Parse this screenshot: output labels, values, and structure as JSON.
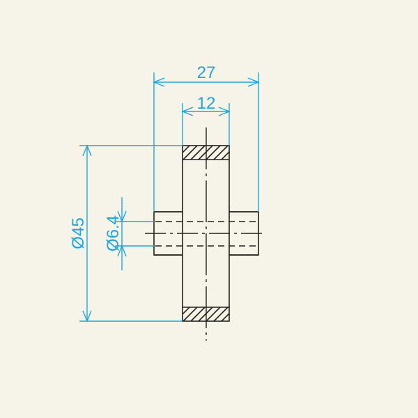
{
  "drawing": {
    "type": "spur-gear-section-view",
    "colors": {
      "background": "#f6f3e8",
      "outline": "#231f1c",
      "dimension": "#1ea6e0"
    },
    "dimensions": {
      "overall_length": {
        "label": "27",
        "value": 27
      },
      "face_width": {
        "label": "12",
        "value": 12
      },
      "outer_diameter": {
        "label": "Ø45",
        "value": 45
      },
      "bore_diameter": {
        "label": "Ø6.4",
        "value": 6.4
      }
    }
  }
}
